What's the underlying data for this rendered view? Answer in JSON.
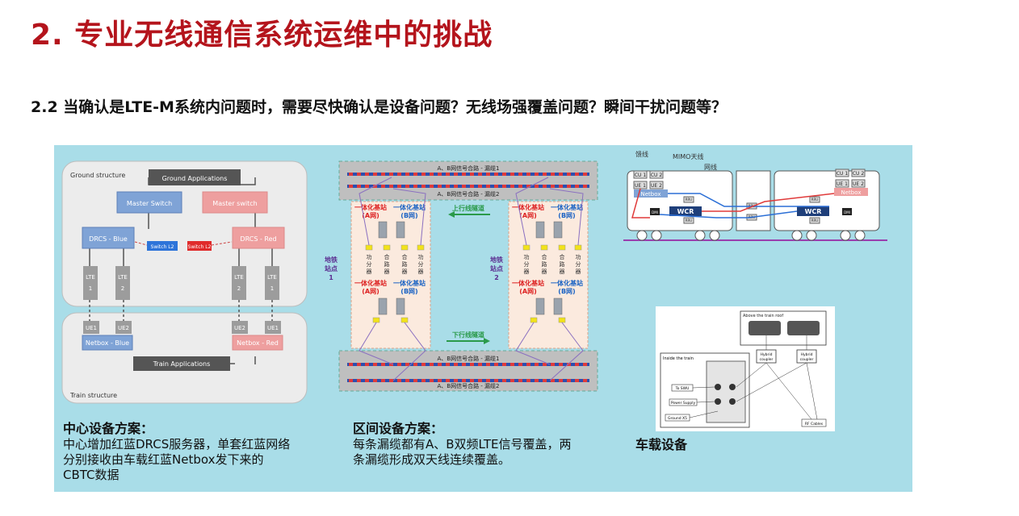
{
  "title": "2. 专业无线通信系统运维中的挑战",
  "subtitle": "2.2 当确认是LTE-M系统内问题时，需要尽快确认是设备问题？无线场强覆盖问题？瞬间干扰问题等？",
  "ground": {
    "ground_structure": "Ground structure",
    "ground_applications": "Ground Applications",
    "master_switch_blue": "Master Switch",
    "master_switch_red": "Master switch",
    "drcs_blue": "DRCS - Blue",
    "drcs_red": "DRCS - Red",
    "switch_l2_blue": "Switch L2",
    "switch_l2_red": "Switch L2",
    "lte": "LTE",
    "n1": "1",
    "n2": "2",
    "ue1": "UE1",
    "ue2": "UE2",
    "netbox_blue": "Netbox - Blue",
    "netbox_red": "Netbox - Red",
    "train_applications": "Train Applications",
    "train_structure": "Train structure"
  },
  "leaky": {
    "cable1": "A、B网信号合路 - 漏缆1",
    "cable2": "A、B网信号合路 - 漏缆2",
    "up_tunnel": "上行线隧道",
    "down_tunnel": "下行线隧道",
    "bs": "一体化基站",
    "net_a": "(A网)",
    "net_b": "(B网)",
    "station1": [
      "地铁",
      "站点",
      "1"
    ],
    "station2": [
      "地铁",
      "站点",
      "2"
    ],
    "power_divider": [
      "功",
      "分",
      "器"
    ],
    "combiner": [
      "合",
      "路",
      "器"
    ]
  },
  "train": {
    "feeder": "馈线",
    "mimo": "MIMO天线",
    "network_cable": "网线",
    "cu1": "CU 1",
    "cu2": "CU 2",
    "ue1": "UE 1",
    "ue2": "UE 2",
    "netbox": "Netbox",
    "wcr": "WCR",
    "dmi": "DMI",
    "rru": "RRU"
  },
  "vehicle": {
    "above_roof": "Above the train roof",
    "hybrid_coupler": [
      "Hybrid",
      "coupler"
    ],
    "inside_train": "Inside the train",
    "to_swu": "To SWU",
    "power_supply": "Power Supply",
    "ground_x5": "Ground X5",
    "rf_cables": "RF Cables"
  },
  "center": {
    "heading": "中心设备方案：",
    "lines": [
      "中心增加红蓝DRCS服务器，单套红蓝网络",
      "分别接收由车载红蓝Netbox发下来的",
      "CBTC数据"
    ]
  },
  "section": {
    "heading": "区间设备方案：",
    "lines": [
      "每条漏缆都有A、B双频LTE信号覆盖，两",
      "条漏缆形成双天线连续覆盖。"
    ]
  },
  "onboard": {
    "heading": "车载设备"
  },
  "colors": {
    "title_red": "#b4141c",
    "panel_bg": "#a9dde8",
    "blue_box": "#7fa3d6",
    "red_box": "#ee9f9f"
  }
}
